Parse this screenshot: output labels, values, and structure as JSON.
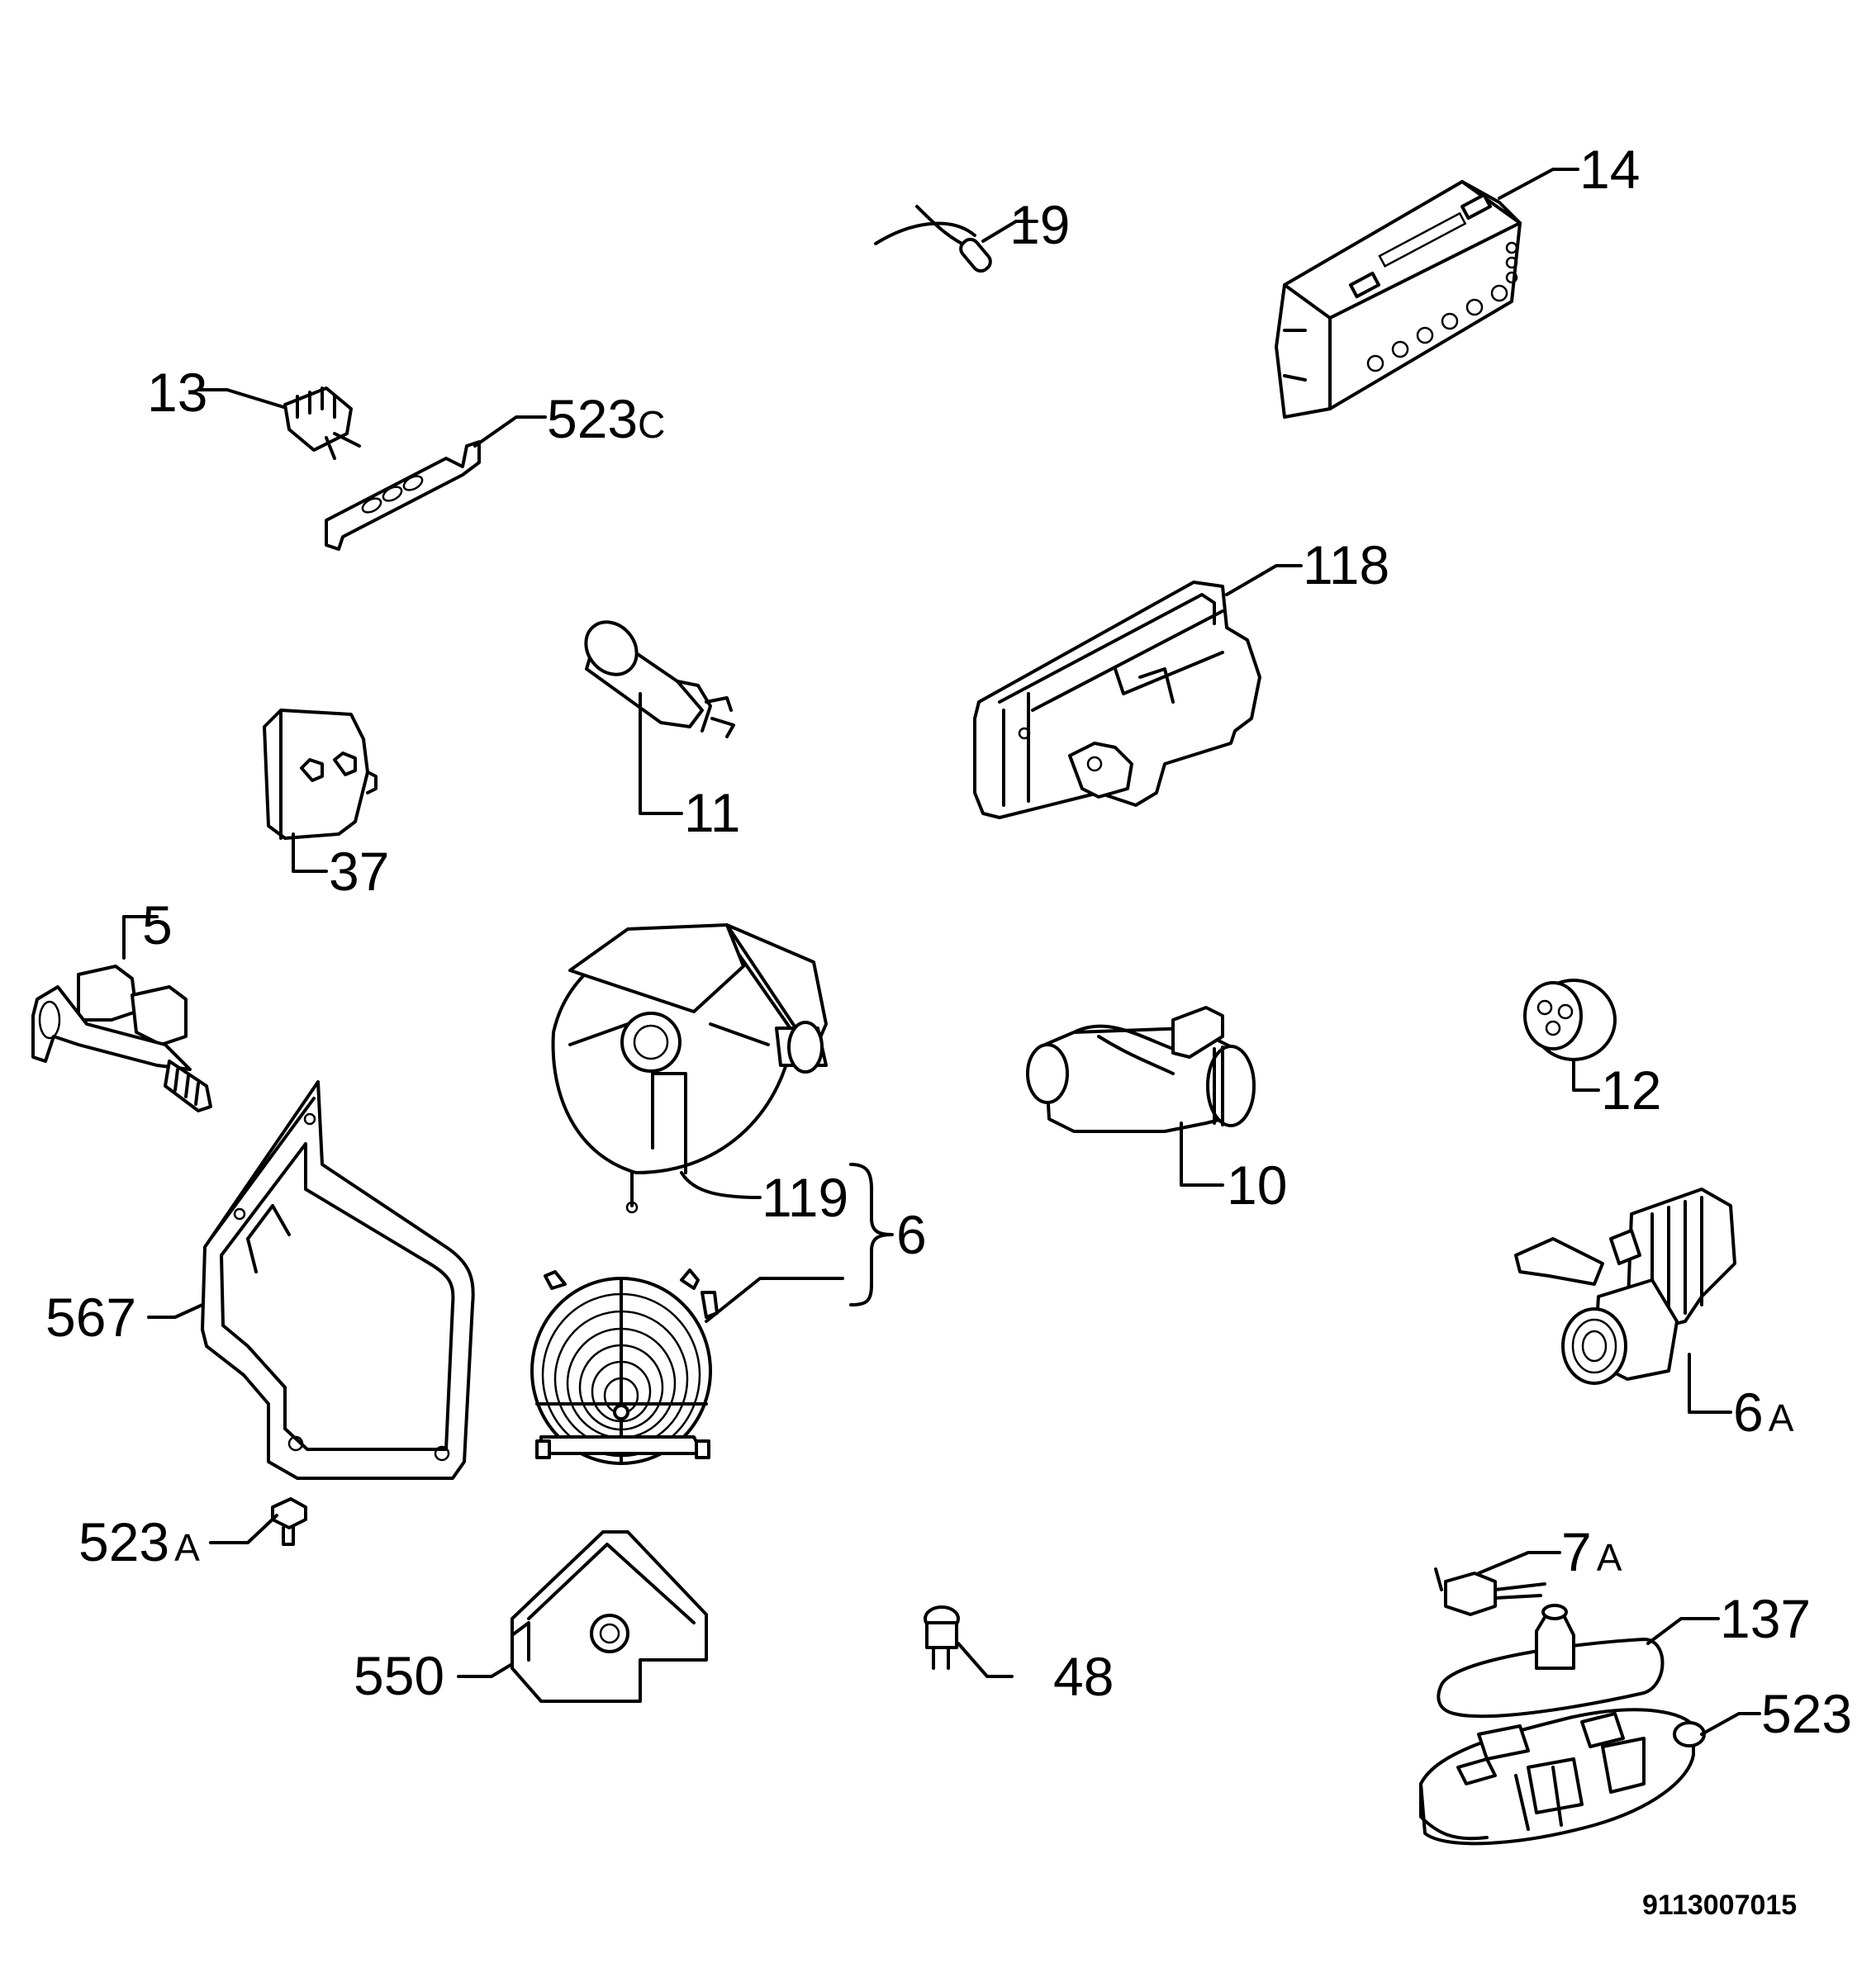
{
  "labels": {
    "l14": "14",
    "l19": "19",
    "l13": "13",
    "l523c": "523",
    "l523c_suffix": "C",
    "l118": "118",
    "l11": "11",
    "l37": "37",
    "l5": "5",
    "l12": "12",
    "l10": "10",
    "l119": "119",
    "l6": "6",
    "l567": "567",
    "l6a": "6",
    "l6a_suffix": "A",
    "l523a": "523",
    "l523a_suffix": "A",
    "l7a": "7",
    "l7a_suffix": "A",
    "l137": "137",
    "l550": "550",
    "l48": "48",
    "l523": "523"
  },
  "drawing_code": "9113007015"
}
